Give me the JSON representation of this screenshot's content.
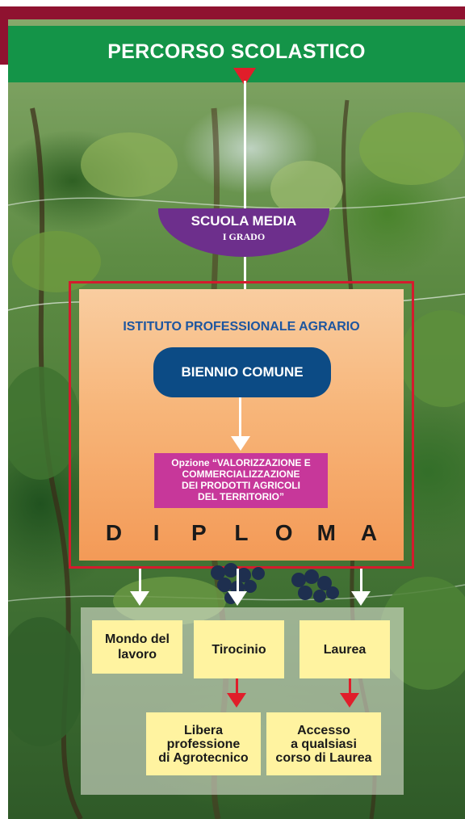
{
  "colors": {
    "header": "#149448",
    "header_bar": "#8f1230",
    "scuola_media": "#6d2f8c",
    "biennio": "#0c4b85",
    "opzione": "#c7379a",
    "frame": "#d41b2d",
    "arrow_red": "#e01e2a",
    "yellow_box": "#fff3a0",
    "istituto_text": "#1d56a0"
  },
  "header": {
    "title": "PERCORSO SCOLASTICO"
  },
  "scuola_media": {
    "line1": "SCUOLA MEDIA",
    "line2": "I GRADO"
  },
  "istituto": {
    "title": "ISTITUTO PROFESSIONALE AGRARIO"
  },
  "biennio": {
    "label": "BIENNIO COMUNE"
  },
  "opzione": {
    "line1": "Opzione “VALORIZZAZIONE E",
    "line2": "COMMERCIALIZZAZIONE",
    "line3": "DEI PRODOTTI AGRICOLI",
    "line4": "DEL TERRITORIO”"
  },
  "diploma": {
    "letters": [
      "D",
      "I",
      "P",
      "L",
      "O",
      "M",
      "A"
    ]
  },
  "outcomes": {
    "mondo": {
      "line1": "Mondo del",
      "line2": "lavoro"
    },
    "tirocinio": {
      "label": "Tirocinio"
    },
    "laurea": {
      "label": "Laurea"
    },
    "libera": {
      "line1": "Libera",
      "line2": "professione",
      "line3": "di Agrotecnico"
    },
    "accesso": {
      "line1": "Accesso",
      "line2": "a qualsiasi",
      "line3": "corso di Laurea"
    }
  },
  "icons": [
    "down-arrow-red-icon",
    "down-arrow-white-icon"
  ]
}
